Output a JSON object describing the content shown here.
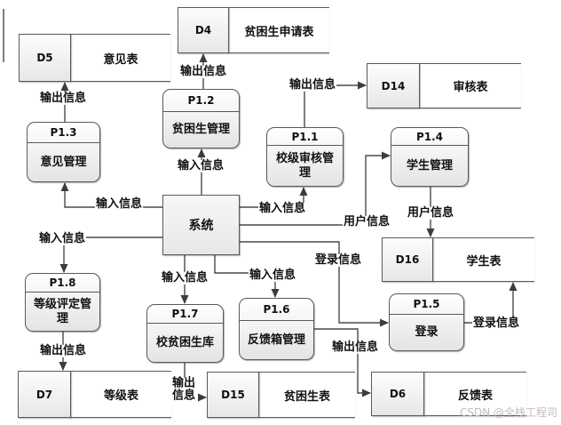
{
  "system": {
    "label": "系统"
  },
  "processes": [
    {
      "id": "P1.2",
      "name": "贫困生管理"
    },
    {
      "id": "P1.3",
      "name": "意见管理"
    },
    {
      "id": "P1.1",
      "name": "校级审核管理"
    },
    {
      "id": "P1.4",
      "name": "学生管理"
    },
    {
      "id": "P1.8",
      "name": "等级评定管理"
    },
    {
      "id": "P1.7",
      "name": "校贫困生库"
    },
    {
      "id": "P1.6",
      "name": "反馈箱管理"
    },
    {
      "id": "P1.5",
      "name": "登录"
    }
  ],
  "data_stores": [
    {
      "id": "D5",
      "name": "意见表"
    },
    {
      "id": "D4",
      "name": "贫困生申请表"
    },
    {
      "id": "D14",
      "name": "审核表"
    },
    {
      "id": "D16",
      "name": "学生表"
    },
    {
      "id": "D7",
      "name": "等级表"
    },
    {
      "id": "D15",
      "name": "贫困生表"
    },
    {
      "id": "D6",
      "name": "反馈表"
    }
  ],
  "flows": [
    {
      "text": "输出信息",
      "from": "P1.3",
      "to": "D5"
    },
    {
      "text": "输出信息",
      "from": "P1.2",
      "to": "D4"
    },
    {
      "text": "输出信息",
      "from": "P1.1",
      "to": "D14"
    },
    {
      "text": "输入信息",
      "from": "系统",
      "to": "P1.2"
    },
    {
      "text": "输入信息",
      "from": "系统",
      "to": "P1.3"
    },
    {
      "text": "输入信息",
      "from": "系统",
      "to": "P1.8"
    },
    {
      "text": "输出信息",
      "from": "P1.8",
      "to": "D7"
    },
    {
      "text": "输入信息",
      "from": "系统",
      "to": "P1.1"
    },
    {
      "text": "用户信息",
      "from": "系统",
      "to": "P1.4"
    },
    {
      "text": "用户信息",
      "from": "P1.4",
      "to": "D16"
    },
    {
      "text": "登录信息",
      "from": "系统",
      "to": "P1.5"
    },
    {
      "text": "登录信息",
      "from": "P1.5",
      "to": "D16"
    },
    {
      "text": "输入信息",
      "from": "系统",
      "to": "P1.7"
    },
    {
      "text": "输入信息",
      "from": "系统",
      "to": "P1.6"
    },
    {
      "text": "输出信息",
      "from": "P1.7",
      "to": "D15"
    },
    {
      "text": "输出信息",
      "from": "P1.6",
      "to": "D6"
    }
  ],
  "watermark": "CSDN @全栈工程司",
  "colors": {
    "line": "#4a4a4a",
    "border": "#5a5a5a",
    "text": "#111111",
    "watermark": "#c6b9b9"
  }
}
